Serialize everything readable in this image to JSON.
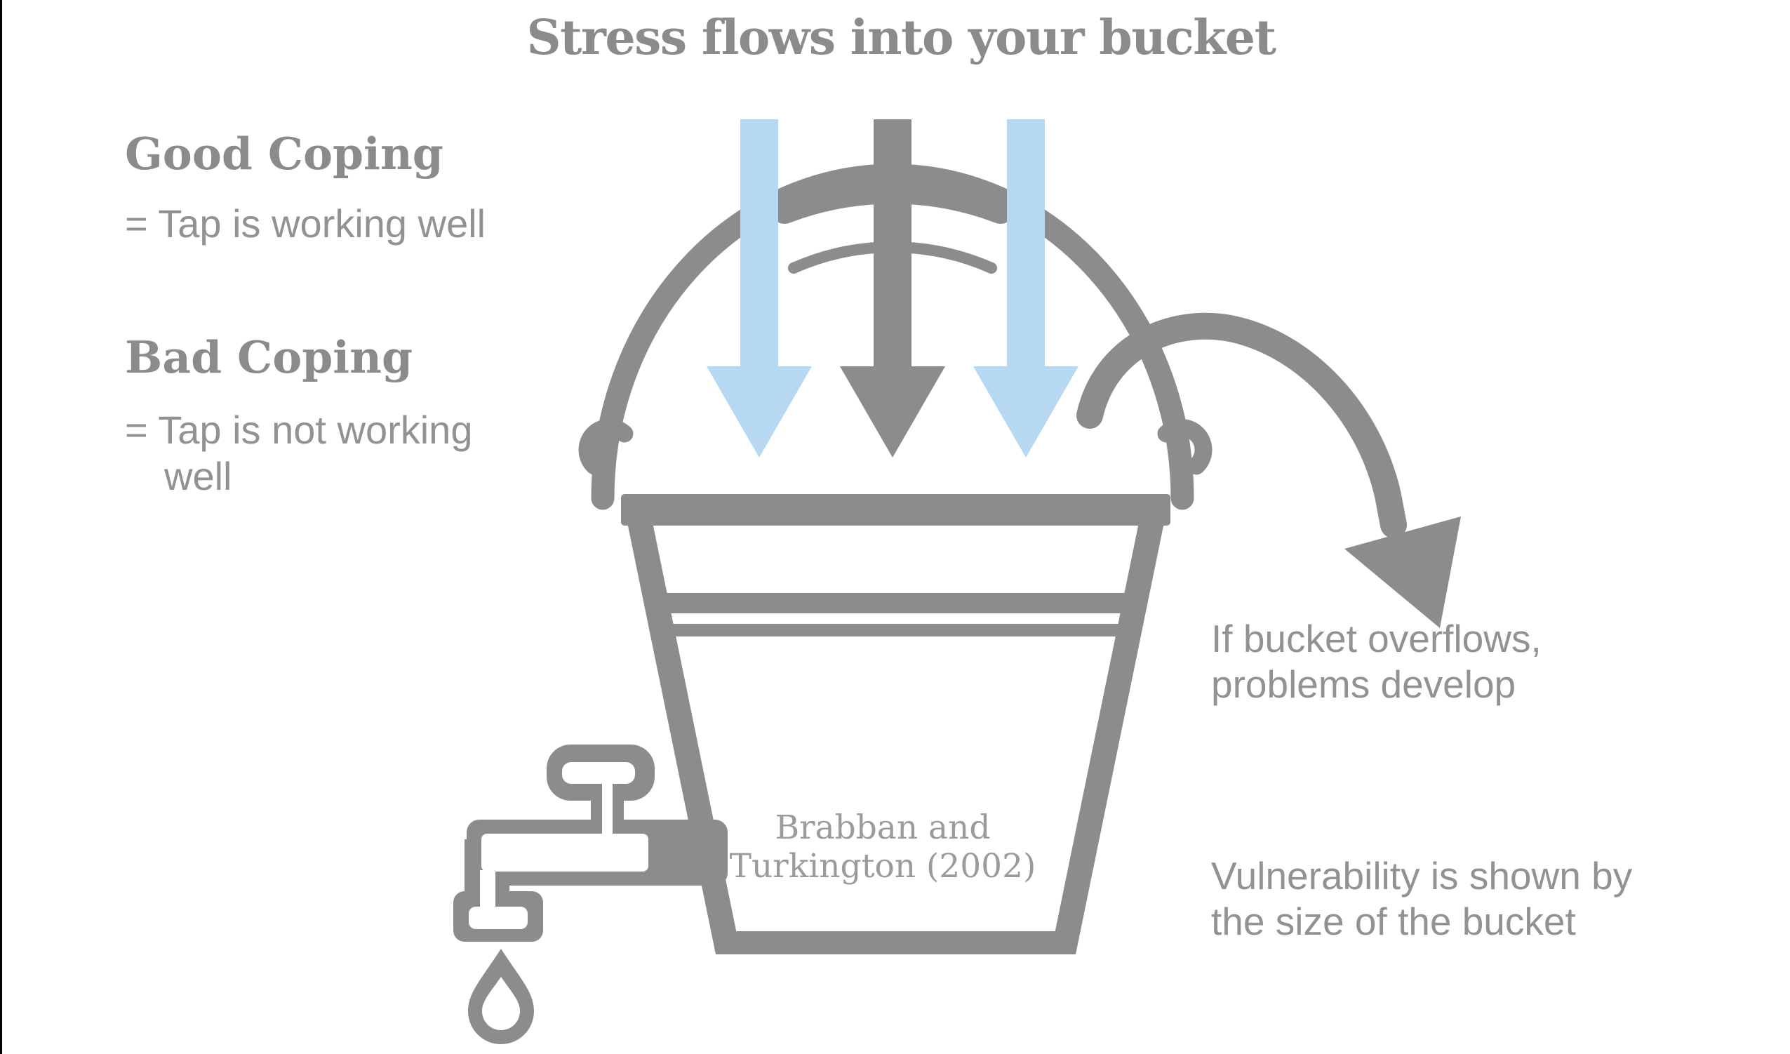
{
  "title": "Stress flows into your bucket",
  "legend": {
    "good_heading": "Good Coping",
    "good_line": "= Tap is working well",
    "bad_heading": "Bad Coping",
    "bad_line1": "= Tap is not working",
    "bad_line2": "well"
  },
  "citation": {
    "line1": "Brabban and",
    "line2": "Turkington (2002)"
  },
  "annotations": {
    "overflow_line1": "If bucket overflows,",
    "overflow_line2": "problems develop",
    "vulnerability_line1": "Vulnerability is shown by",
    "vulnerability_line2": "the size of the bucket"
  },
  "icons": {
    "stress_arrows": [
      "stress-arrow-blue-left",
      "stress-arrow-gray-center",
      "stress-arrow-blue-right"
    ],
    "bucket": "bucket-icon",
    "handle": "bucket-handle-icon",
    "grip": "handle-grip-icon",
    "tap": "tap-icon",
    "drip": "water-drop-icon",
    "overflow": "overflow-arrow-icon"
  },
  "colors": {
    "gray": "#8c8c8c",
    "light_blue": "#b6d8f1",
    "heading_gray": "#8b8b8b",
    "body_gray": "#929292",
    "citation_gray": "#9b9b9b",
    "edge_black": "#000000"
  }
}
